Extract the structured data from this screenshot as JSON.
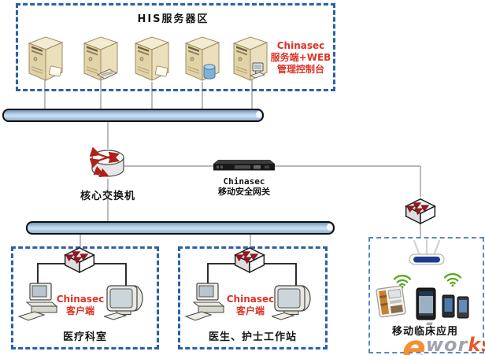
{
  "server_area": {
    "title": "HIS服务器区",
    "product": {
      "line1": "Chinasec",
      "line2": "服务端+WEB",
      "line3": "管理控制台"
    }
  },
  "core_switch": {
    "label": "核心交换机"
  },
  "gateway": {
    "line1": "Chinasec",
    "line2": "移动安全网关"
  },
  "dept": {
    "product1": "Chinasec",
    "product2": "客户端",
    "label": "医疗科室"
  },
  "ws": {
    "product1": "Chinasec",
    "product2": "客户端",
    "label": "医生、护士工作站"
  },
  "mobile": {
    "label": "移动临床应用"
  },
  "watermark": {
    "e": "e",
    "mid": "-wor",
    "end": "ks"
  },
  "colors": {
    "dashed_border": "#2a62a8",
    "dashed_border_fine": "#4e8ad0",
    "bus_fill": "#a9c7e3",
    "product_red": "#dd3327",
    "wifi_green": "#5aa81e",
    "server_tan": "#e2d4a6",
    "watermark_orange": "#f5871f"
  },
  "icons": {
    "servers": [
      "server-icon",
      "server-icon",
      "server-icon",
      "server-icon",
      "server-icon"
    ],
    "server_accessories": [
      "card-icon",
      "keyboard-icon",
      "card-icon",
      "database-icon",
      "mini-pc-icon"
    ],
    "core_switch": "router-cylinder-icon",
    "gateway": "rack-appliance-icon",
    "branch_switches": "lan-switch-icon",
    "mobile": [
      "wireless-router-icon",
      "wifi-signal-icon",
      "wifi-signal-icon",
      "medical-device-icon",
      "tablet-icon",
      "smartphones-icon"
    ],
    "workstations": [
      "desktop-pc-icon",
      "crt-monitor-icon"
    ]
  }
}
